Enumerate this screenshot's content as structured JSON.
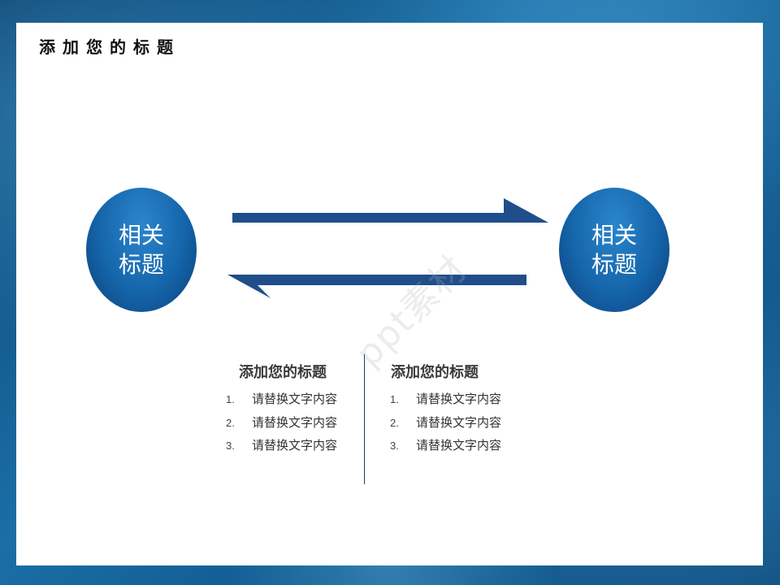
{
  "slide": {
    "bullet": "•",
    "title": "添加您的标题"
  },
  "circles": [
    {
      "label": "相关标题"
    },
    {
      "label": "相关标题"
    }
  ],
  "columns": [
    {
      "title": "添加您的标题",
      "items": [
        {
          "num": "1.",
          "text": "请替换文字内容"
        },
        {
          "num": "2.",
          "text": "请替换文字内容"
        },
        {
          "num": "3.",
          "text": "请替换文字内容"
        }
      ]
    },
    {
      "title": "添加您的标题",
      "items": [
        {
          "num": "1.",
          "text": "请替换文字内容"
        },
        {
          "num": "2.",
          "text": "请替换文字内容"
        },
        {
          "num": "3.",
          "text": "请替换文字内容"
        }
      ]
    }
  ],
  "watermark": "ppt素材",
  "colors": {
    "arrow": "#1f4e8a",
    "circle": "#1565aa",
    "background": "#0d4f7f"
  }
}
